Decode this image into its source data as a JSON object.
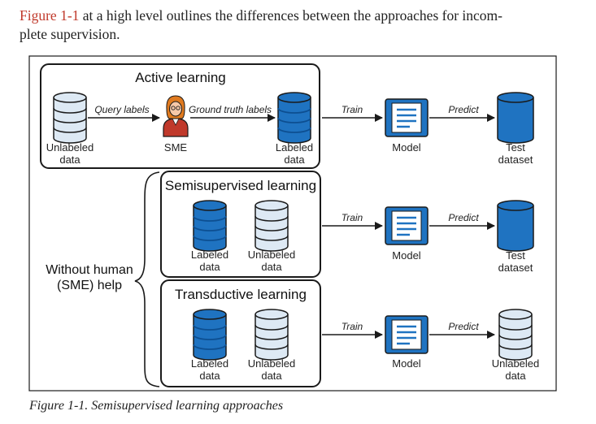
{
  "intro": {
    "figure_ref": "Figure 1-1",
    "line1_rest": " at a high level outlines the differences between the approaches for incom-",
    "line2": "plete supervision."
  },
  "caption": "Figure 1-1. Semisupervised learning approaches",
  "active": {
    "title": "Active learning",
    "query_labels": "Query labels",
    "ground_truth_labels": "Ground truth labels",
    "unlabeled_line1": "Unlabeled",
    "unlabeled_line2": "data",
    "sme": "SME",
    "labeled_line1": "Labeled",
    "labeled_line2": "data"
  },
  "semi": {
    "title": "Semisupervised learning",
    "labeled_line1": "Labeled",
    "labeled_line2": "data",
    "unlabeled_line1": "Unlabeled",
    "unlabeled_line2": "data"
  },
  "trans": {
    "title": "Transductive learning",
    "labeled_line1": "Labeled",
    "labeled_line2": "data",
    "unlabeled_line1": "Unlabeled",
    "unlabeled_line2": "data"
  },
  "without_human_line1": "Without human",
  "without_human_line2": "(SME) help",
  "rows": [
    {
      "train": "Train",
      "predict": "Predict",
      "model": "Model",
      "target_line1": "Test",
      "target_line2": "dataset"
    },
    {
      "train": "Train",
      "predict": "Predict",
      "model": "Model",
      "target_line1": "Test",
      "target_line2": "dataset"
    },
    {
      "train": "Train",
      "predict": "Predict",
      "model": "Model",
      "target_line1": "Unlabeled",
      "target_line2": "data"
    }
  ],
  "colors": {
    "labeled_fill": "#1f73c1",
    "labeled_stripe": "#0d4f91",
    "unlabeled_fill": "#dde9f4",
    "unlabeled_stroke": "#1a1a1a",
    "test_fill": "#1f73c1",
    "model_fill": "#1f73c1",
    "border": "#1a1a1a",
    "figure_ref": "#c0392b",
    "sme_hair": "#e07a1f",
    "sme_shirt": "#c0392b"
  },
  "icons": [
    "database-icon",
    "person-icon",
    "document-icon",
    "arrow-icon",
    "brace-icon"
  ]
}
